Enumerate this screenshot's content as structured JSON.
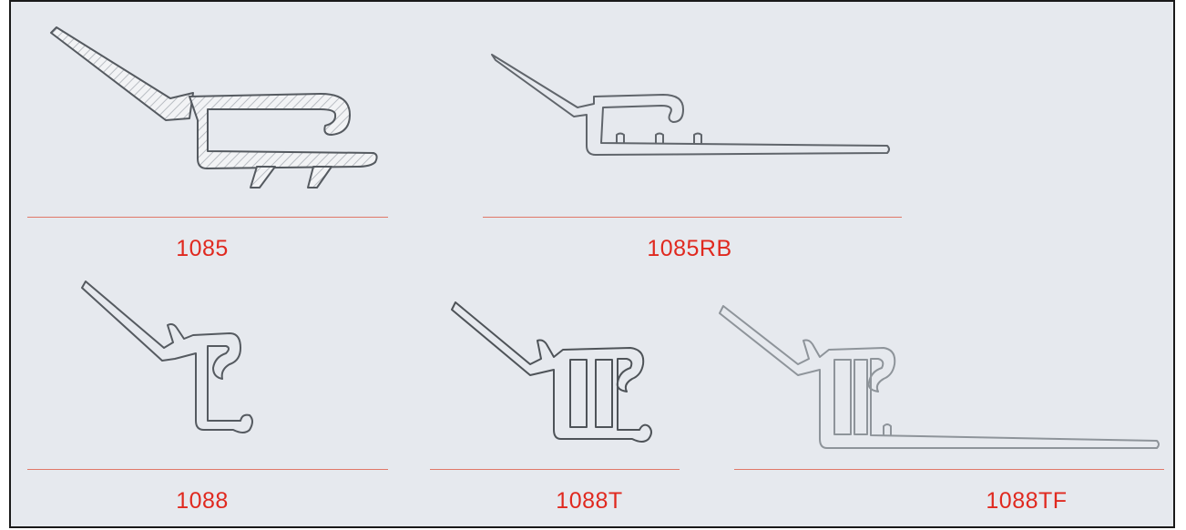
{
  "profiles": [
    {
      "id": "p1",
      "code": "1085"
    },
    {
      "id": "p2",
      "code": "1085RB"
    },
    {
      "id": "p3",
      "code": "1088"
    },
    {
      "id": "p4",
      "code": "1088T"
    },
    {
      "id": "p5",
      "code": "1088TF"
    }
  ],
  "colors": {
    "background": "#e6e9ee",
    "label": "#e0291f",
    "rule": "#e07868",
    "outline": "#555a60"
  }
}
